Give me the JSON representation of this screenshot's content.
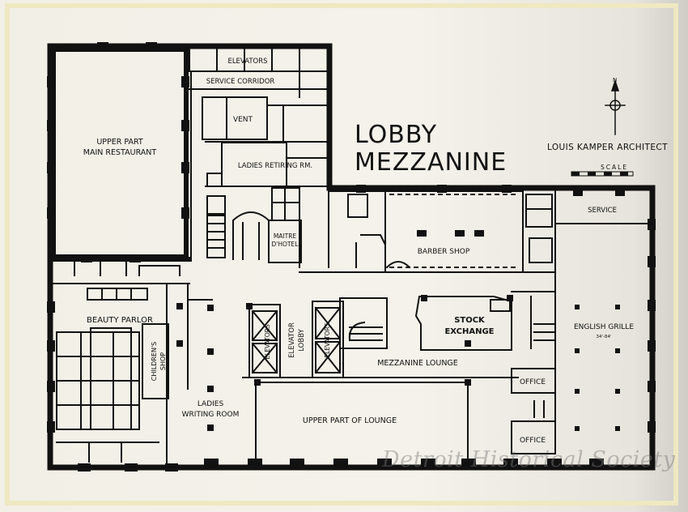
{
  "title": {
    "line1": "LOBBY",
    "line2": "MEZZANINE"
  },
  "architect": "LOUIS KAMPER ARCHITECT",
  "scale_label": "SCALE",
  "north_label": "N",
  "watermark": "Detroit Historical Society",
  "rooms": {
    "upper_part_main_restaurant_l1": "UPPER PART",
    "upper_part_main_restaurant_l2": "MAIN RESTAURANT",
    "elevators_top": "ELEVATORS",
    "service_corridor": "SERVICE CORRIDOR",
    "vent": "VENT",
    "ladies_retiring": "LADIES RETIRING RM.",
    "maitre_l1": "MAITRE",
    "maitre_l2": "D'HOTEL",
    "barber_shop": "BARBER SHOP",
    "service": "SERVICE",
    "beauty_parlor": "BEAUTY PARLOR",
    "childrens_shop_l1": "CHILDREN'S",
    "childrens_shop_l2": "SHOP",
    "elevators_left": "ELEVATORS",
    "elevator_lobby_l1": "ELEVATOR",
    "elevator_lobby_l2": "LOBBY",
    "elevators_right": "ELEVATORS",
    "stock_exchange_l1": "STOCK",
    "stock_exchange_l2": "EXCHANGE",
    "english_grille": "ENGLISH GRILLE",
    "english_grille_dim": "34'-84'",
    "mezzanine_lounge": "MEZZANINE LOUNGE",
    "office_upper": "OFFICE",
    "office_lower": "OFFICE",
    "ladies_writing_l1": "LADIES",
    "ladies_writing_l2": "WRITING ROOM",
    "upper_part_lounge": "UPPER PART OF LOUNGE"
  }
}
